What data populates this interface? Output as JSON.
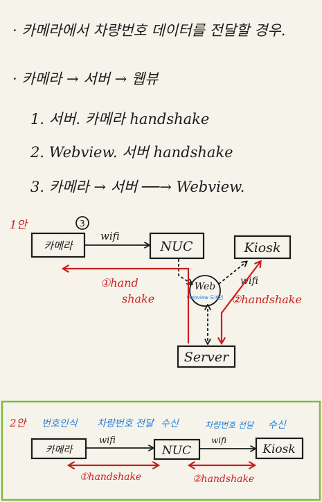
{
  "notes": {
    "line1": "· 카메라에서 차량번호 데이터를 전달할 경우.",
    "line2": "· 카메라 → 서버 → 웹뷰",
    "step1": "1. 서버. 카메라  handshake",
    "step2": "2. Webview. 서버  handshake",
    "step3": "3. 카메라 → 서버 ──→ Webview."
  },
  "plan1": {
    "label": "1안",
    "circled_num": "3",
    "camera": "카메라",
    "nuc": "NUC",
    "kiosk": "Kiosk",
    "web": "Web",
    "web_sub": "Webview 도메인",
    "server": "Server",
    "wifi_top": "wifi",
    "wifi_right": "wifi",
    "handshake1_line1": "①hand",
    "handshake1_line2": "shake",
    "handshake2": "②handshake"
  },
  "plan2": {
    "label": "2안",
    "top_labels": [
      "번호인식",
      "차량번호 전달",
      "수신",
      "차량번호 전달",
      "수신"
    ],
    "camera": "카메라",
    "nuc": "NUC",
    "kiosk": "Kiosk",
    "wifi_left": "wifi",
    "wifi_right": "wifi",
    "handshake1": "①handshake",
    "handshake2": "②handshake"
  },
  "colors": {
    "ink": "#1c1c1c",
    "red": "#c8201e",
    "blue": "#1f7fe0",
    "frame": "#7dbb3e",
    "paper": "#f6f3ea"
  }
}
